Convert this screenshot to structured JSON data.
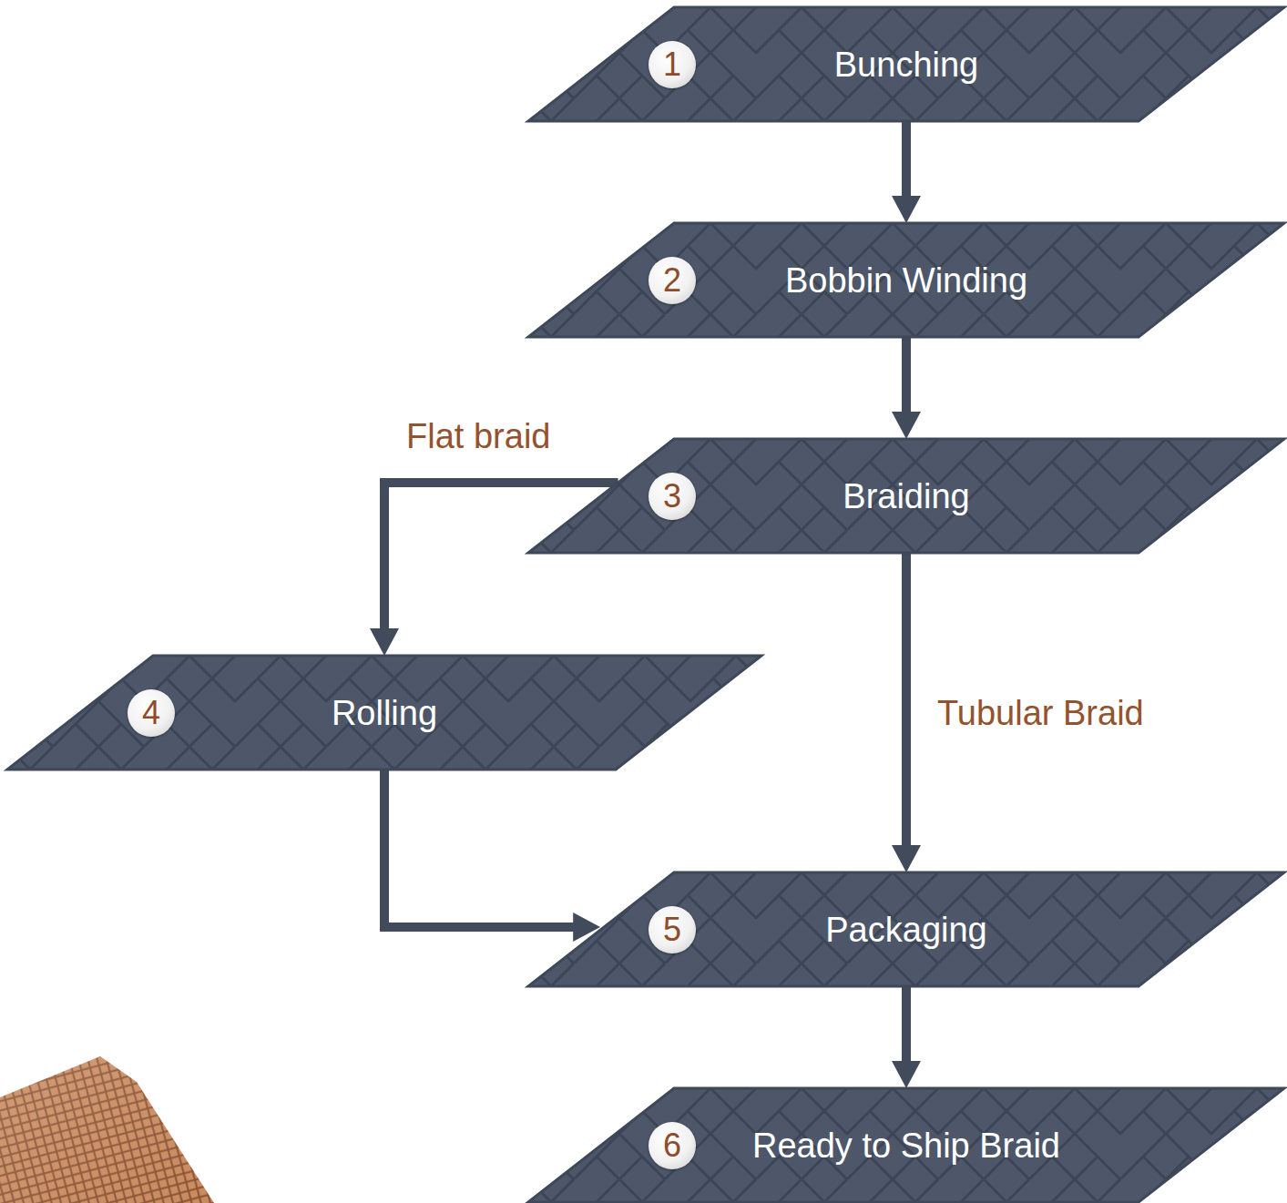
{
  "diagram": {
    "nodes": [
      {
        "text": [
          "1",
          "Bunching"
        ]
      },
      {
        "text": [
          "2",
          "Bobbin Winding"
        ]
      },
      {
        "text": [
          "3",
          "Braiding"
        ]
      },
      {
        "text": [
          "4",
          "Rolling"
        ]
      },
      {
        "text": [
          "5",
          "Packaging"
        ]
      },
      {
        "text": [
          "6",
          "Ready to Ship Braid"
        ]
      }
    ],
    "edges": [
      {
        "from": 0,
        "to": 1,
        "arrow": "to"
      },
      {
        "from": 1,
        "to": 2,
        "arrow": "to"
      },
      {
        "from": 2,
        "to": 3,
        "label": "Flat braid",
        "arrow": "to"
      },
      {
        "from": 2,
        "to": 4,
        "label": "Tubular Braid",
        "arrow": "to"
      },
      {
        "from": 3,
        "to": 4,
        "arrow": "to"
      },
      {
        "from": 4,
        "to": 5,
        "arrow": "to"
      }
    ]
  }
}
